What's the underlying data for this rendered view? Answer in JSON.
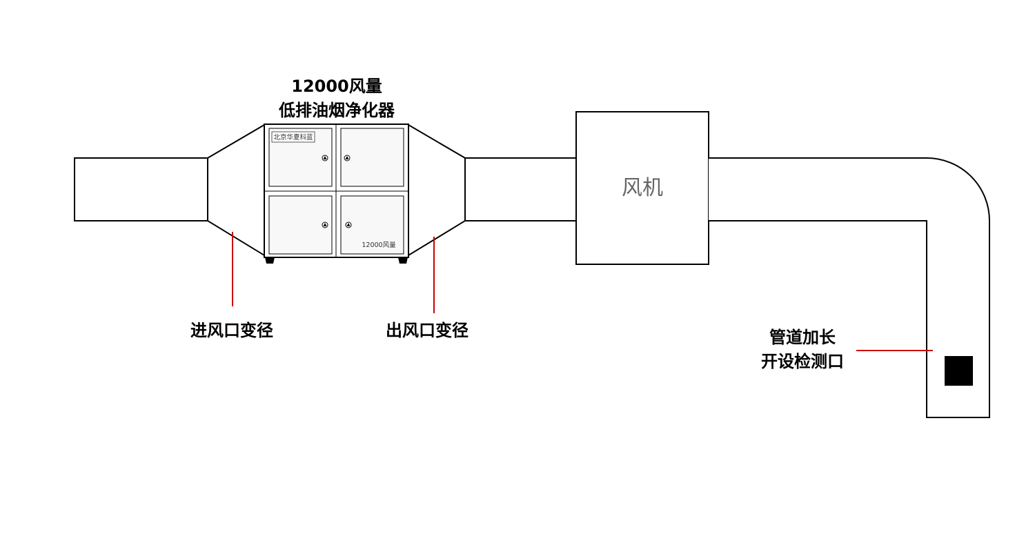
{
  "purifier": {
    "title_line1": "12000风量",
    "title_line2": "低排油烟净化器",
    "brand_plate": "北京华夏科蓝",
    "airflow_plate": "12000风量"
  },
  "fan": {
    "label": "风机"
  },
  "callouts": {
    "inlet": "进风口变径",
    "outlet": "出风口变径",
    "port_line1": "管道加长",
    "port_line2": "开设检测口"
  },
  "colors": {
    "stroke": "#000000",
    "callout_line": "#cc0000",
    "port": "#000000",
    "fan_text": "#666666"
  }
}
